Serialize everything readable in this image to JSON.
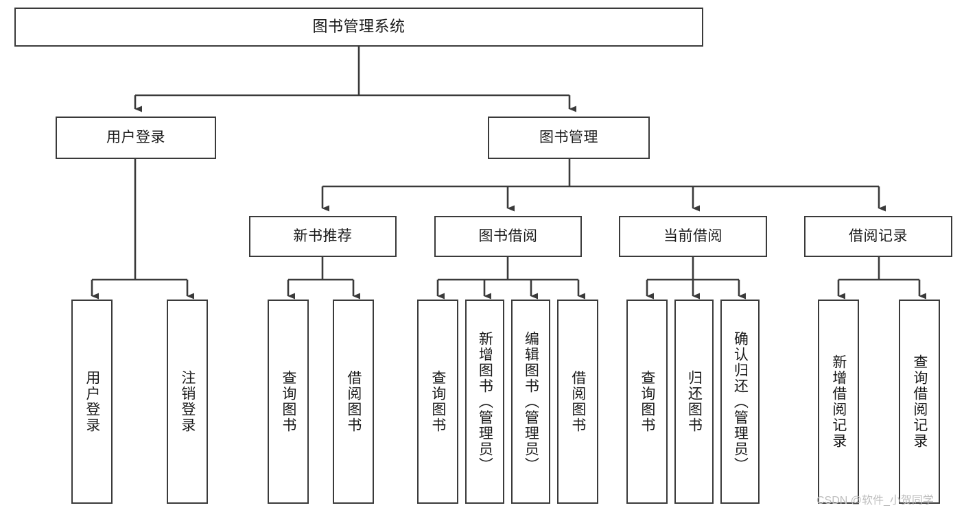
{
  "diagram": {
    "type": "tree-hierarchy-diagram",
    "root": {
      "id": "root",
      "label": "图书管理系统"
    },
    "level1": [
      {
        "id": "user-login",
        "label": "用户登录"
      },
      {
        "id": "book-management",
        "label": "图书管理"
      }
    ],
    "level2": [
      {
        "id": "new-book-recommend",
        "label": "新书推荐",
        "parent": "book-management"
      },
      {
        "id": "book-borrow",
        "label": "图书借阅",
        "parent": "book-management"
      },
      {
        "id": "current-borrow",
        "label": "当前借阅",
        "parent": "book-management"
      },
      {
        "id": "borrow-record",
        "label": "借阅记录",
        "parent": "book-management"
      }
    ],
    "leaves": [
      {
        "id": "leaf-user-login",
        "label": "用户登录",
        "parent": "user-login"
      },
      {
        "id": "leaf-logout-login",
        "label": "注销登录",
        "parent": "user-login"
      },
      {
        "id": "leaf-query-book-1",
        "label": "查询图书",
        "parent": "new-book-recommend"
      },
      {
        "id": "leaf-borrow-book-1",
        "label": "借阅图书",
        "parent": "new-book-recommend"
      },
      {
        "id": "leaf-query-book-2",
        "label": "查询图书",
        "parent": "book-borrow"
      },
      {
        "id": "leaf-add-book",
        "label": "新增图书（管理员）",
        "parent": "book-borrow"
      },
      {
        "id": "leaf-edit-book",
        "label": "编辑图书（管理员）",
        "parent": "book-borrow"
      },
      {
        "id": "leaf-borrow-book-2",
        "label": "借阅图书",
        "parent": "book-borrow"
      },
      {
        "id": "leaf-query-book-3",
        "label": "查询图书",
        "parent": "current-borrow"
      },
      {
        "id": "leaf-return-book",
        "label": "归还图书",
        "parent": "current-borrow"
      },
      {
        "id": "leaf-confirm-return",
        "label": "确认归还（管理员）",
        "parent": "current-borrow"
      },
      {
        "id": "leaf-add-record",
        "label": "新增借阅记录",
        "parent": "borrow-record"
      },
      {
        "id": "leaf-query-record",
        "label": "查询借阅记录",
        "parent": "borrow-record"
      }
    ]
  },
  "watermark": {
    "text": "CSDN @软件_小贺同学"
  },
  "colors": {
    "border": "#3a3a3a",
    "text": "#1a1a1a",
    "background": "#ffffff",
    "watermark": "#bdbdbd"
  }
}
